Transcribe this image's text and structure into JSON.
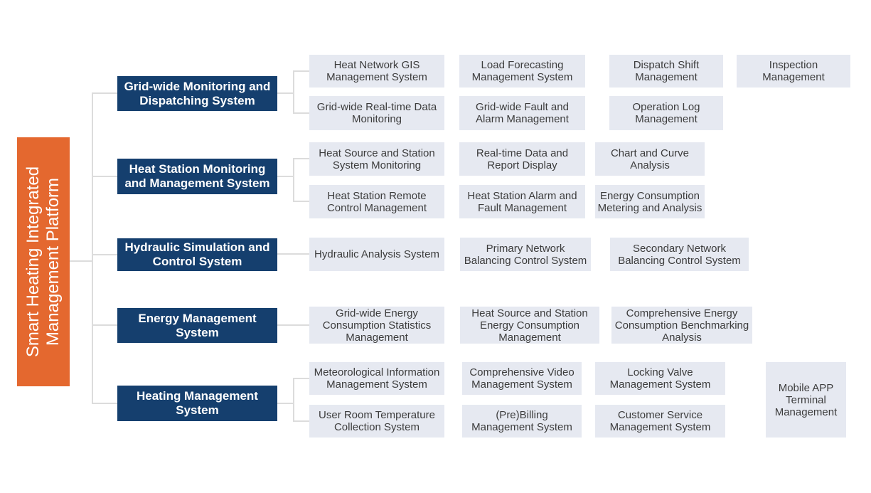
{
  "diagram": {
    "root_label": "Smart Heating Integrated Management Platform",
    "groups": [
      {
        "category": "Grid-wide Monitoring and Dispatching System",
        "rows": [
          [
            "Heat Network GIS Management System",
            "Load Forecasting Management System",
            "Dispatch Shift Management",
            "Inspection Management"
          ],
          [
            "Grid-wide Real-time Data Monitoring",
            "Grid-wide Fault and Alarm Management",
            "Operation Log Management"
          ]
        ]
      },
      {
        "category": "Heat Station Monitoring and Management System",
        "rows": [
          [
            "Heat Source and Station System Monitoring",
            "Real-time Data and Report Display",
            "Chart and Curve Analysis"
          ],
          [
            "Heat Station Remote Control Management",
            "Heat Station Alarm and Fault Management",
            "Energy Consumption Metering and Analysis"
          ]
        ]
      },
      {
        "category": "Hydraulic Simulation and Control System",
        "rows": [
          [
            "Hydraulic Analysis System",
            "Primary Network Balancing Control System",
            "Secondary Network Balancing Control System"
          ]
        ]
      },
      {
        "category": "Energy Management System",
        "rows": [
          [
            "Grid-wide Energy Consumption Statistics Management",
            "Heat Source and Station Energy Consumption Management",
            "Comprehensive Energy Consumption Benchmarking Analysis"
          ]
        ]
      },
      {
        "category": "Heating Management System",
        "rows": [
          [
            "Meteorological Information Management System",
            "Comprehensive Video Management System",
            "Locking Valve Management System"
          ],
          [
            "User Room Temperature Collection System",
            "(Pre)Billing Management System",
            "Customer Service Management System"
          ]
        ],
        "span_box": "Mobile APP Terminal Management"
      }
    ],
    "colors": {
      "root_orange": "#E4682F",
      "category_navy": "#153F6E",
      "subsystem_bg": "#E6E9F1",
      "subsystem_text": "#3C3C3C",
      "connector_gray": "#DCDCDC",
      "background": "#FFFFFF",
      "text_white": "#FFFFFF"
    }
  }
}
